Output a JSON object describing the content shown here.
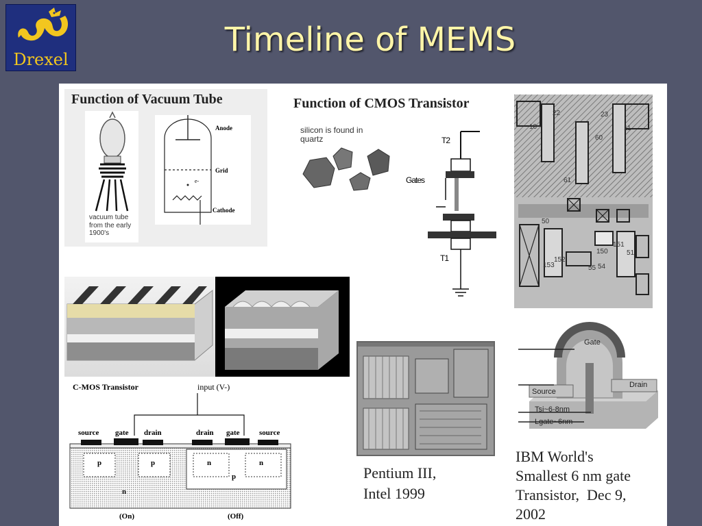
{
  "slide": {
    "title": "Timeline of MEMS"
  },
  "logo": {
    "text": "Drexel",
    "icon": "dragon-icon"
  },
  "vacuum_tube": {
    "heading": "Function of Vacuum Tube",
    "photo_caption": "vacuum tube from the early 1900's",
    "labels": {
      "anode": "Anode",
      "grid": "Grid",
      "electron": "e-",
      "cathode": "Cathode"
    }
  },
  "cmos_function": {
    "heading": "Function of CMOS Transistor",
    "silicon_caption": "silicon is found in quartz",
    "labels": {
      "t2": "T2",
      "gates": "Gates",
      "t1": "T1"
    }
  },
  "layout_labels": [
    "22",
    "23",
    "10",
    "11",
    "60",
    "61",
    "50",
    "51",
    "150",
    "151",
    "152",
    "153",
    "54",
    "55"
  ],
  "cmos_diagram": {
    "title": "C-MOS Transistor",
    "input": "input (V-)",
    "left": {
      "source": "source",
      "gate": "gate",
      "drain": "drain",
      "well1": "p",
      "well2": "p",
      "sub": "n",
      "state": "(On)"
    },
    "right": {
      "drain": "drain",
      "gate": "gate",
      "source": "source",
      "well1": "n",
      "well2": "n",
      "sub": "p",
      "state": "(Off)"
    }
  },
  "pentium": {
    "caption_line1": "Pentium III,",
    "caption_line2": "Intel 1999"
  },
  "ibm": {
    "labels": {
      "gate": "Gate",
      "source": "Source",
      "drain": "Drain",
      "tsi": "Tsi~6-8nm",
      "lgate": "Lgate~6nm"
    },
    "caption_lines": [
      "IBM World's",
      "Smallest 6 nm gate",
      "Transistor,  Dec 9,",
      "2002"
    ]
  },
  "colors": {
    "background": "#52566c",
    "title": "#fff5a8",
    "logo_bg": "#1f2f7e",
    "logo_gold": "#f2c61f"
  }
}
